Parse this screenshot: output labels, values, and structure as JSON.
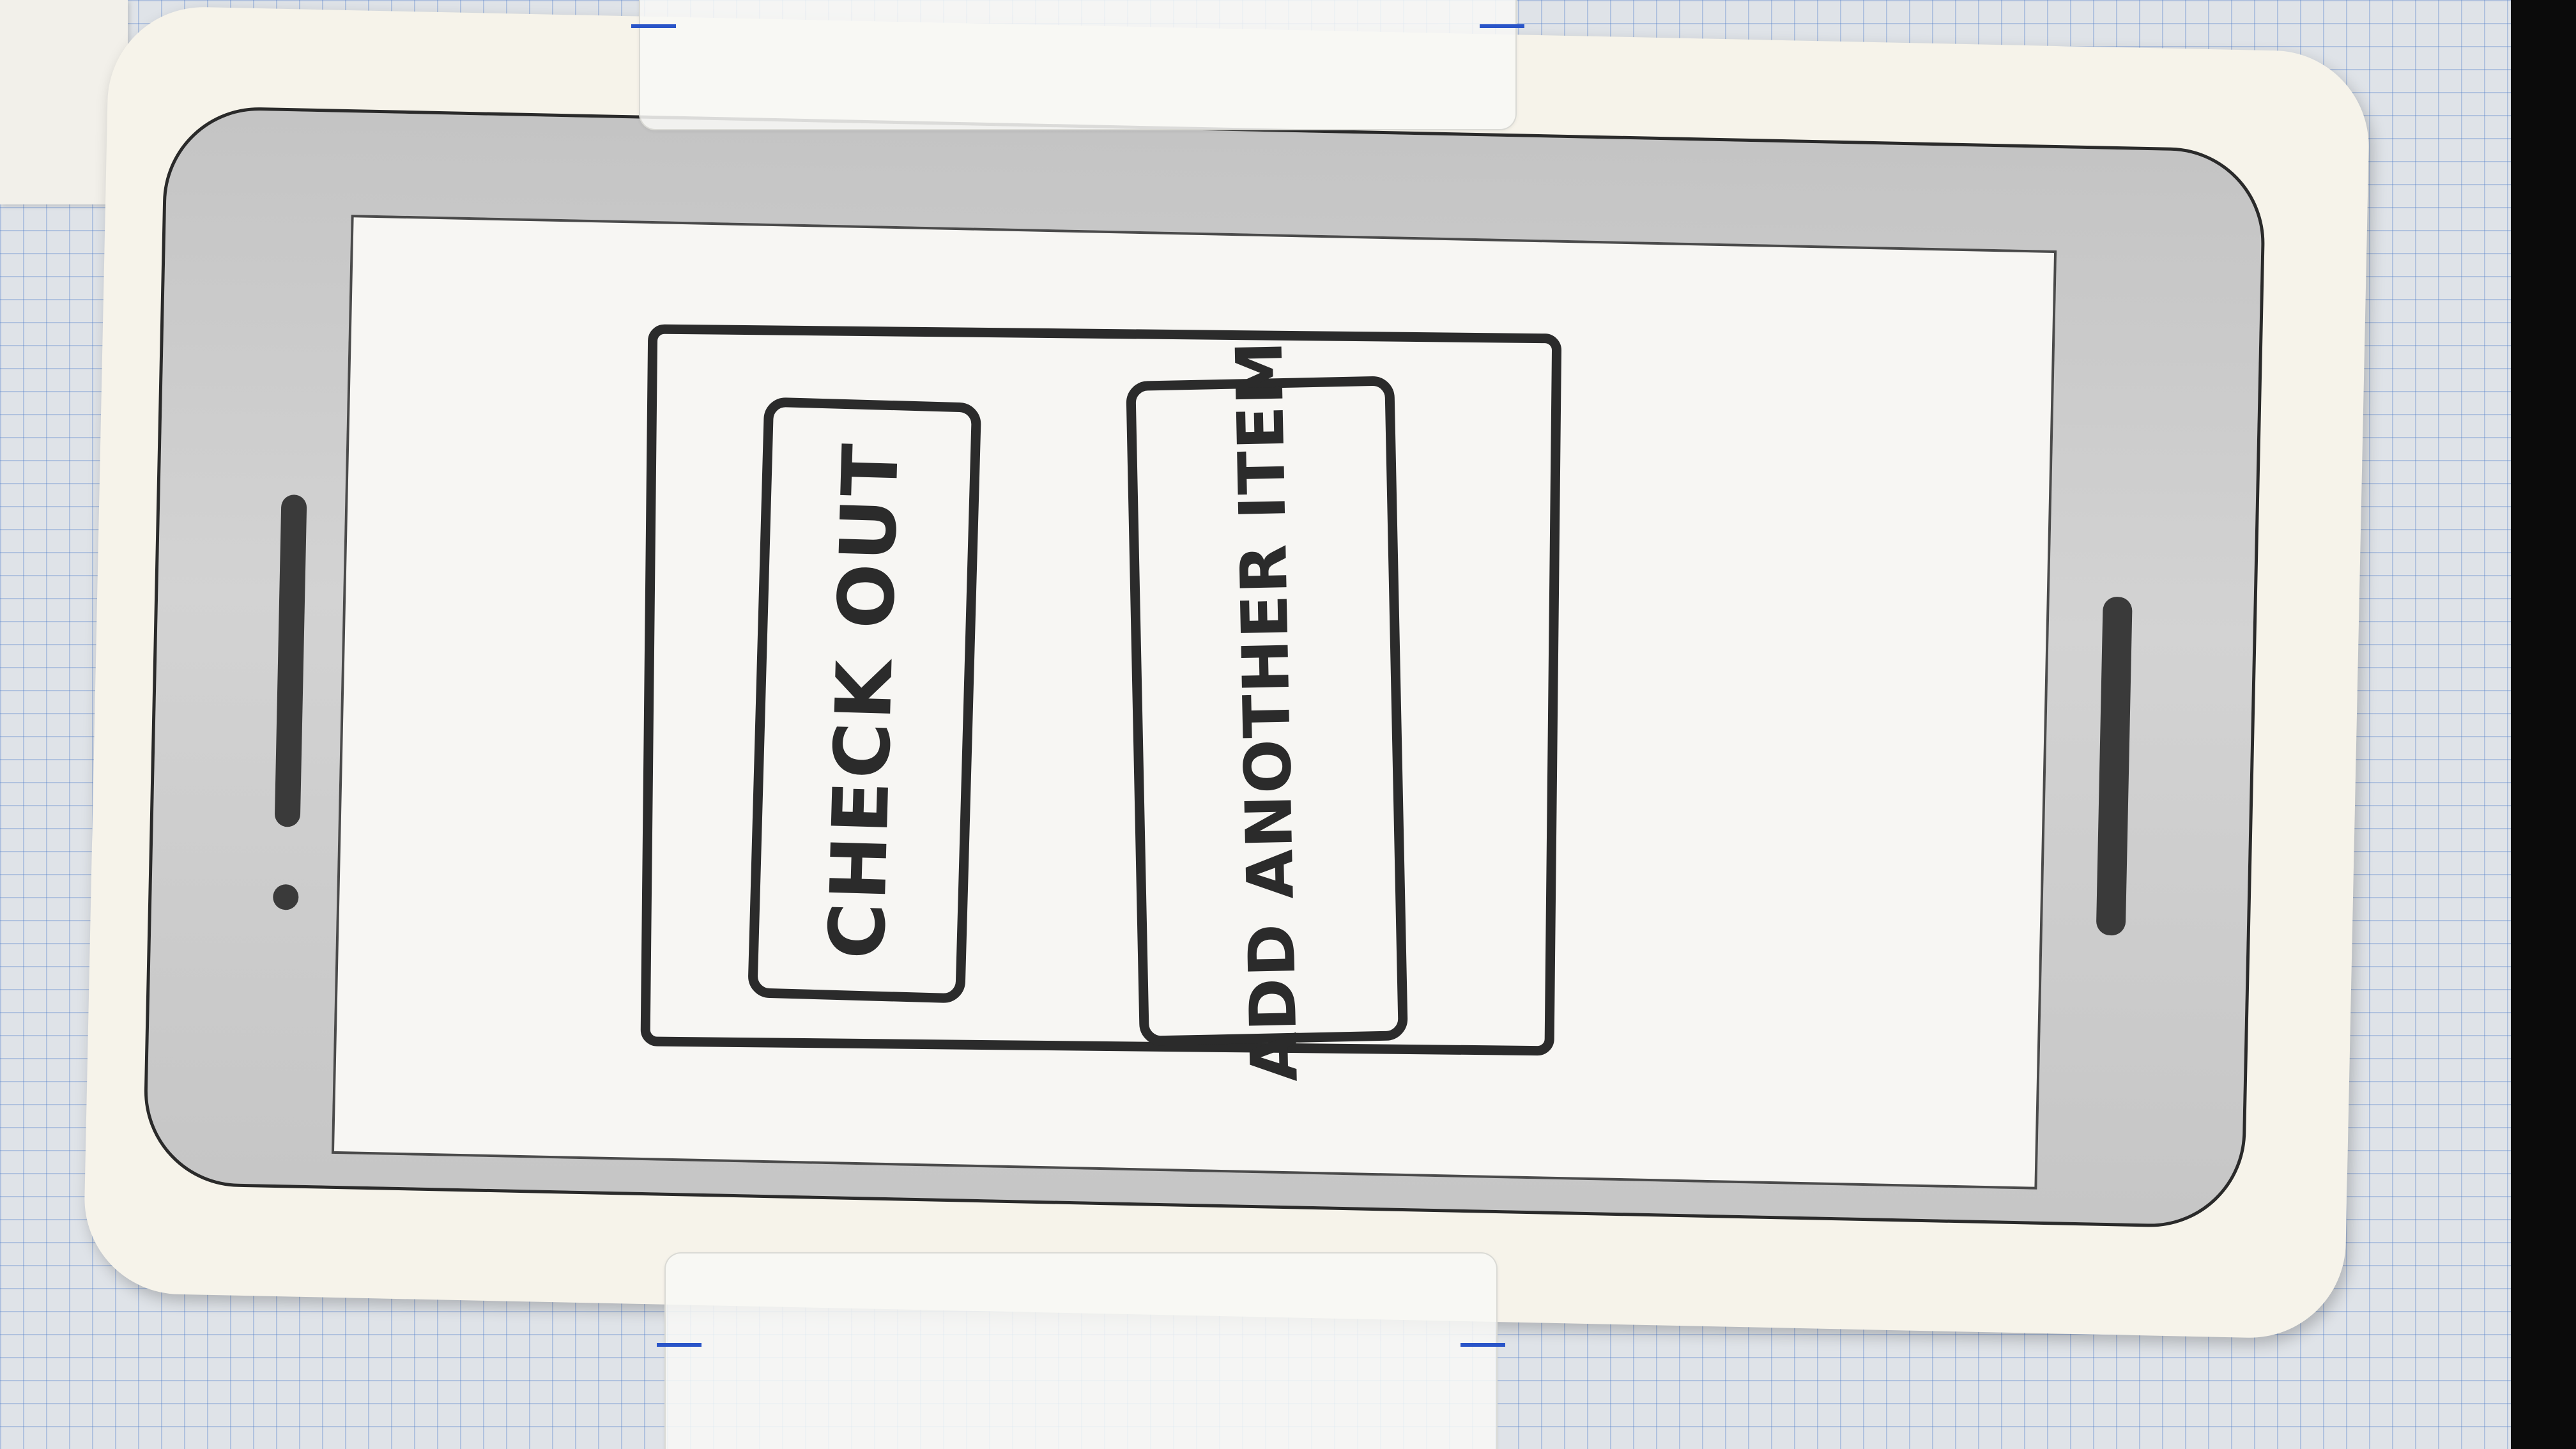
{
  "mockup": {
    "type": "paper-prototype",
    "device": "phone",
    "orientation": "rotated"
  },
  "screen": {
    "buttons": [
      {
        "label": "CHECK OUT",
        "icon": ""
      },
      {
        "label": "ADD ANOTHER ITEM",
        "icon": ""
      }
    ]
  },
  "colors": {
    "ink": "#2b2b2b",
    "bezel": "#c8c8c8",
    "card": "#f6f3ea",
    "grid_line": "#4678c8"
  }
}
